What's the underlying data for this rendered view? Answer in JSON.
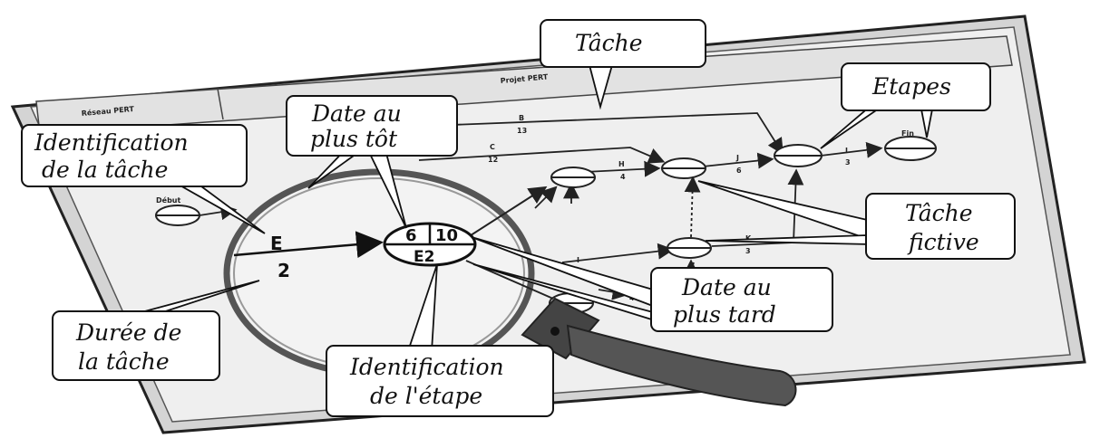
{
  "sheet": {
    "tab_label": "Réseau PERT",
    "title": "Projet PERT"
  },
  "callouts": {
    "tache": "Tâche",
    "etapes": "Etapes",
    "date_tot_1": "Date au",
    "date_tot_2": "plus tôt",
    "ident_tache_1": "Identification",
    "ident_tache_2": "de la tâche",
    "tache_fictive_1": "Tâche",
    "tache_fictive_2": "fictive",
    "date_tard_1": "Date au",
    "date_tard_2": "plus tard",
    "duree_1": "Durée de",
    "duree_2": "la tâche",
    "ident_etape_1": "Identification",
    "ident_etape_2": "de l'étape"
  },
  "magnifier": {
    "task_letter": "E",
    "task_duration": "2",
    "node_early": "6",
    "node_late": "10",
    "node_id": "E2"
  },
  "network": {
    "start_label": "Début",
    "end_label": "Fin",
    "edge_B_letter": "B",
    "edge_B_dur": "13",
    "edge_C_letter": "C",
    "edge_C_dur": "12",
    "edge_H_letter": "H",
    "edge_H_dur": "4",
    "edge_J_letter": "J",
    "edge_J_dur": "6",
    "edge_L_letter": "L",
    "edge_L_dur": "3",
    "edge_K_letter": "K",
    "edge_K_dur": "3",
    "edge_I_letter": "I",
    "edge_G_dur": "4"
  }
}
